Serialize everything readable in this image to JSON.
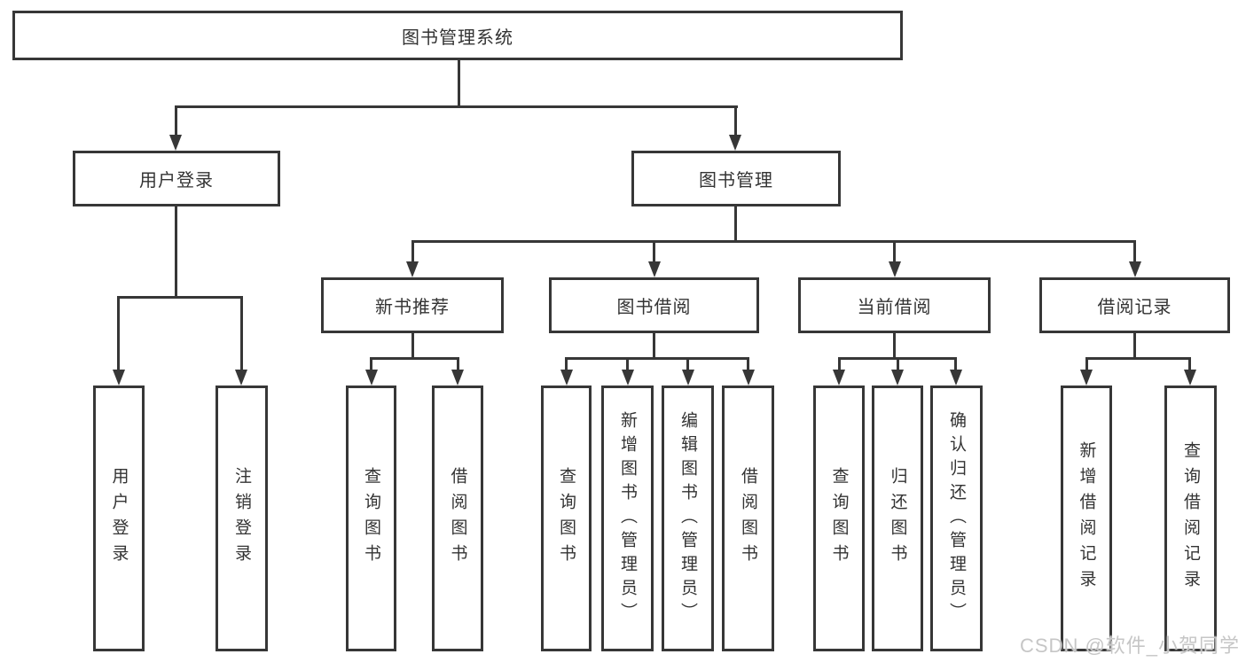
{
  "root": {
    "label": "图书管理系统"
  },
  "branches": [
    {
      "label": "用户登录",
      "children": [
        {
          "label": "用户登录"
        },
        {
          "label": "注销登录"
        }
      ]
    },
    {
      "label": "图书管理",
      "children": [
        {
          "label": "新书推荐",
          "children": [
            {
              "label": "查询图书"
            },
            {
              "label": "借阅图书"
            }
          ]
        },
        {
          "label": "图书借阅",
          "children": [
            {
              "label": "查询图书"
            },
            {
              "label": "新增图书（管理员）"
            },
            {
              "label": "编辑图书（管理员）"
            },
            {
              "label": "借阅图书"
            }
          ]
        },
        {
          "label": "当前借阅",
          "children": [
            {
              "label": "查询图书"
            },
            {
              "label": "归还图书"
            },
            {
              "label": "确认归还（管理员）"
            }
          ]
        },
        {
          "label": "借阅记录",
          "children": [
            {
              "label": "新增借阅记录"
            },
            {
              "label": "查询借阅记录"
            }
          ]
        }
      ]
    }
  ],
  "watermark": "CSDN @软件_小贺同学",
  "colors": {
    "line": "#373737",
    "text": "#333333",
    "watermark": "#c6c6c6",
    "background": "#ffffff"
  }
}
